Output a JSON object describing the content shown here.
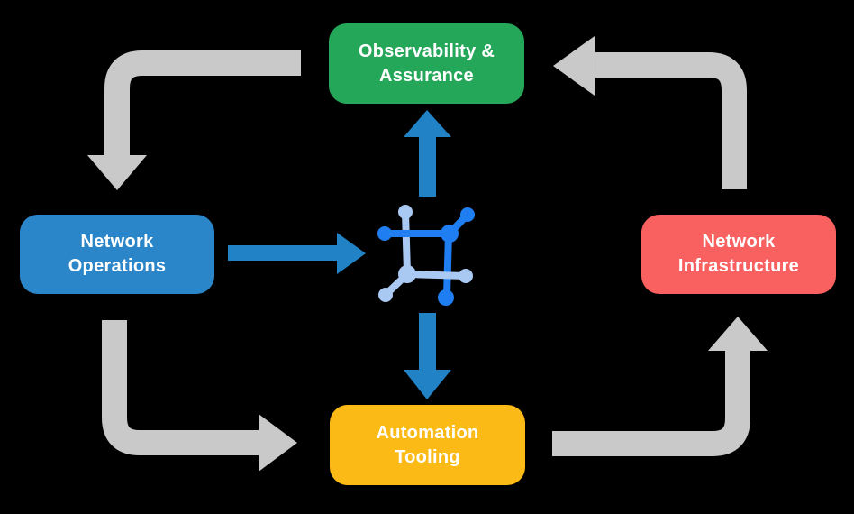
{
  "colors": {
    "background": "#000000",
    "gray_arrow": "#c9c9c9",
    "blue_arrow": "#2183c6",
    "icon_dark_blue": "#1f7ff2",
    "icon_light_blue": "#a9c9f2",
    "text": "#ffffff"
  },
  "nodes": {
    "observability": {
      "line1": "Observability &",
      "line2": "Assurance",
      "color": "#25a75a"
    },
    "operations": {
      "line1": "Network",
      "line2": "Operations",
      "color": "#2a86c8"
    },
    "infrastructure": {
      "line1": "Network",
      "line2": "Infrastructure",
      "color": "#f96161"
    },
    "automation": {
      "line1": "Automation",
      "line2": "Tooling",
      "color": "#fbba16"
    }
  },
  "center_icon": "network-fabric-icon"
}
